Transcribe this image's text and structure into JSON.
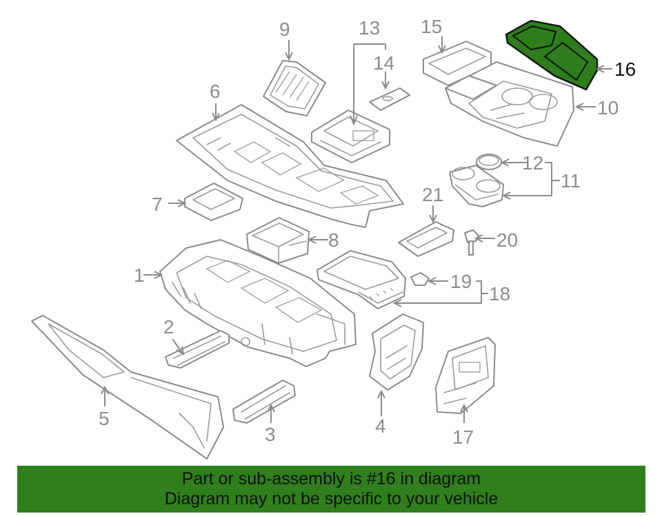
{
  "callouts": {
    "c1": "1",
    "c2": "2",
    "c3": "3",
    "c4": "4",
    "c5": "5",
    "c6": "6",
    "c7": "7",
    "c8": "8",
    "c9": "9",
    "c10": "10",
    "c11": "11",
    "c12": "12",
    "c13": "13",
    "c14": "14",
    "c15": "15",
    "c16": "16",
    "c17": "17",
    "c18": "18",
    "c19": "19",
    "c20": "20",
    "c21": "21"
  },
  "highlighted_part": "16",
  "colors": {
    "highlight": "#2e7d1c",
    "banner": "#2f7f1d",
    "line": "#8a8a8a",
    "text_dark": "#111111"
  },
  "banner": {
    "line1": "Part or sub-assembly is #16 in diagram",
    "line2": "Diagram may not be specific to your vehicle"
  }
}
